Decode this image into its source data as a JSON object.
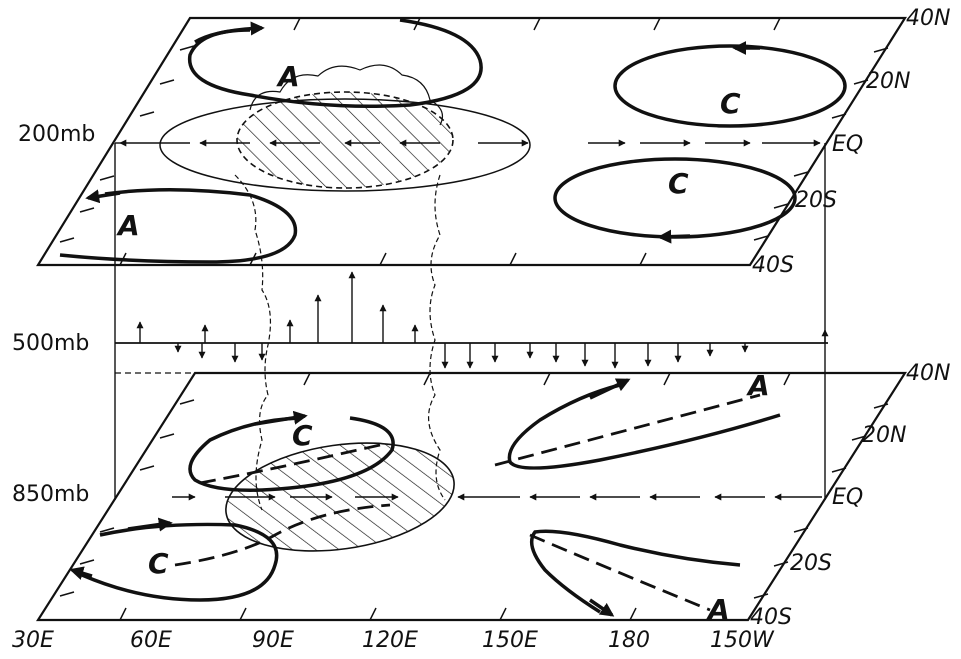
{
  "levels": {
    "upper": "200mb",
    "middle": "500mb",
    "lower": "850mb"
  },
  "latitude_labels": {
    "upper": [
      "40N",
      "20N",
      "EQ",
      "20S",
      "40S"
    ],
    "lower": [
      "40N",
      "20N",
      "EQ",
      "20S",
      "40S"
    ]
  },
  "longitude_labels": [
    "30E",
    "60E",
    "90E",
    "120E",
    "150E",
    "180",
    "150W"
  ],
  "circulation_labels": {
    "upper_a_north": "A",
    "upper_c_north": "C",
    "upper_c_south": "C",
    "upper_a_south": "A",
    "lower_c_north": "C",
    "lower_c_south": "C",
    "lower_a_north": "A",
    "lower_a_south": "A"
  },
  "colors": {
    "ink": "#111111",
    "paper": "#ffffff"
  }
}
